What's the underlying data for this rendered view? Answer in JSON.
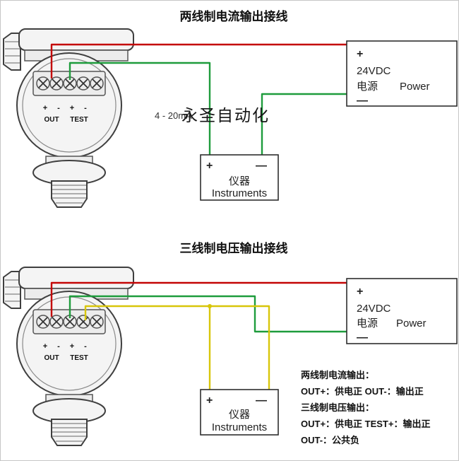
{
  "diagram_two_wire": {
    "title": "两线制电流输出接线",
    "signal_label": "4 - 20mA",
    "watermark": "永圣自动化",
    "terminals": {
      "p1": "+",
      "m1": "-",
      "p2": "+",
      "m2": "-",
      "out": "OUT",
      "test": "TEST"
    },
    "power_box": {
      "plus": "+",
      "voltage": "24VDC",
      "label_cn": "电源",
      "label_en": "Power",
      "minus": "—"
    },
    "instrument_box": {
      "plus": "+",
      "minus": "—",
      "label_cn": "仪器",
      "label_en": "Instruments"
    }
  },
  "diagram_three_wire": {
    "title": "三线制电压输出接线",
    "terminals": {
      "p1": "+",
      "m1": "-",
      "p2": "+",
      "m2": "-",
      "out": "OUT",
      "test": "TEST"
    },
    "power_box": {
      "plus": "+",
      "voltage": "24VDC",
      "label_cn": "电源",
      "label_en": "Power",
      "minus": "—"
    },
    "instrument_box": {
      "plus": "+",
      "minus": "—",
      "label_cn": "仪器",
      "label_en": "Instruments"
    }
  },
  "notes": {
    "line1": "两线制电流输出：",
    "line2": "OUT+：供电正  OUT-：输出正",
    "line3": "三线制电压输出：",
    "line4": "OUT+：供电正 TEST+：输出正",
    "line5": "OUT-：公共负"
  },
  "colors": {
    "red": "#c40505",
    "green": "#1e9c3c",
    "yellow": "#d8c60a"
  }
}
